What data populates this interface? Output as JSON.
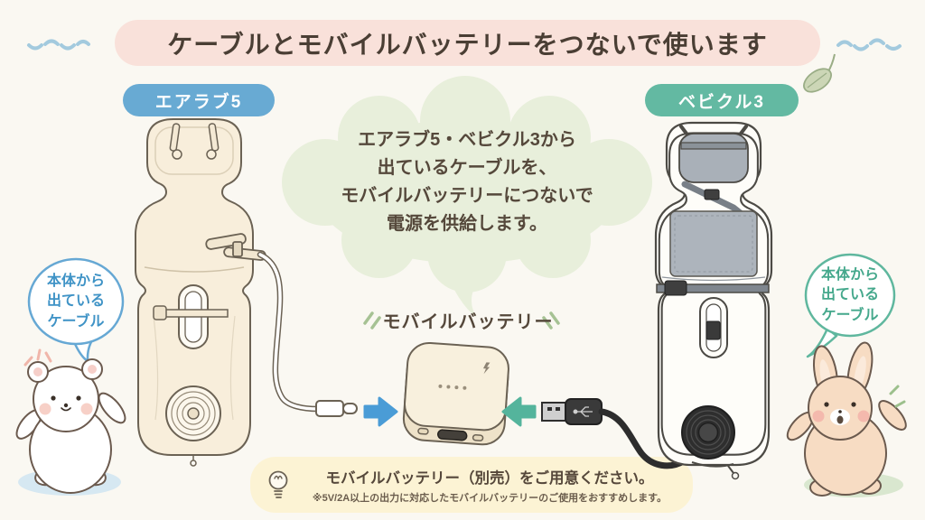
{
  "title": "ケーブルとモバイルバッテリーをつないで使います",
  "products": {
    "left_badge": "エアラブ5",
    "right_badge": "ベビクル3"
  },
  "speech_bubble": {
    "text": "エアラブ5・ベビクル3から\n出ているケーブルを、\nモバイルバッテリーにつないで\n電源を供給します。"
  },
  "battery_label": "モバイルバッテリー",
  "callouts": {
    "left": "本体から\n出ている\nケーブル",
    "right": "本体から\n出ている\nケーブル"
  },
  "note": {
    "main": "モバイルバッテリー（別売）をご用意ください。",
    "sub": "※5V/2A以上の出力に対応したモバイルバッテリーのご使用をおすすめします。"
  },
  "icons": {
    "lightbulb": "bulb-outline",
    "arrow_to_battery_left": "→",
    "arrow_to_battery_right": "←",
    "sparkle_marks": "〃",
    "leaf": "leaf-sprig",
    "squiggle": "~~"
  },
  "illustrations": {
    "left_pad": "cream seat pad with fan and white cable",
    "right_pad": "gray seat pad with fan and black cable",
    "battery": "cream mobile battery with 4 LED dots and ports",
    "usb_c_plug": "white USB-C connector",
    "usb_a_plug": "black USB-A connector",
    "left_mascot": "white bear character",
    "right_mascot": "pink rabbit character"
  },
  "colors": {
    "background": "#faf8f2",
    "title_banner_bg": "#f9e1da",
    "title_text": "#4a3e34",
    "badge_left_bg": "#68aad3",
    "badge_right_bg": "#63b9a2",
    "badge_text": "#ffffff",
    "cloud_bubble_bg": "#e8efdb",
    "body_text": "#55483b",
    "callout_left_accent": "#5da3d1",
    "callout_right_accent": "#5bb39a",
    "note_bg": "#fcf3d4",
    "arrow_right": "#4a9cd6",
    "arrow_left": "#54b49c",
    "pad_left_fill": "#f8eedb",
    "pad_right_fill": "#b6bdc4"
  }
}
